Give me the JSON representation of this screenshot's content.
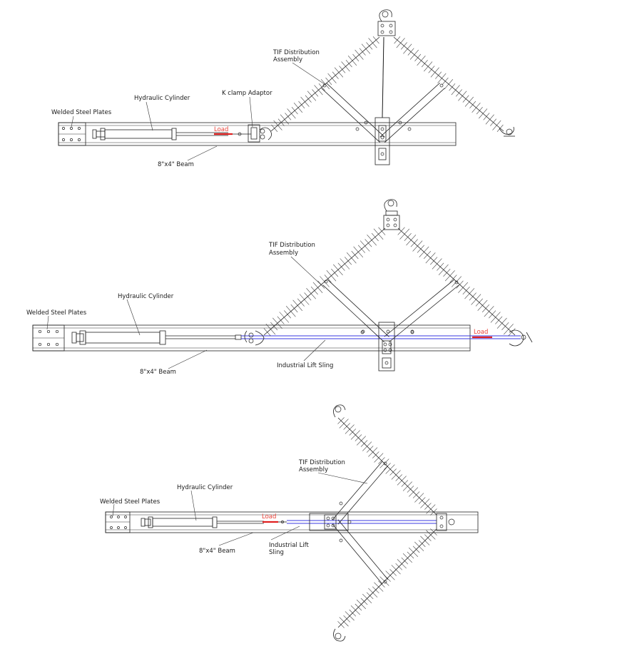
{
  "diagram_title": "",
  "colors": {
    "line": "#222222",
    "sling": "#3a3ae0",
    "load_arrow": "#e02020",
    "load_text": "#e8433a",
    "background": "#ffffff"
  },
  "panel1": {
    "welded_plates": "Welded Steel Plates",
    "hydraulic_cylinder": "Hydraulic Cylinder",
    "k_clamp": "K clamp Adaptor",
    "load": "Load",
    "assembly_line1": "TIF Distribution",
    "assembly_line2": "Assembly",
    "beam": "8\"x4\" Beam"
  },
  "panel2": {
    "welded_plates": "Welded Steel Plates",
    "hydraulic_cylinder": "Hydraulic Cylinder",
    "assembly_line1": "TIF Distribution",
    "assembly_line2": "Assembly",
    "load": "Load",
    "beam": "8\"x4\" Beam",
    "sling": "Industrial Lift Sling"
  },
  "panel3": {
    "welded_plates": "Welded Steel Plates",
    "hydraulic_cylinder": "Hydraulic Cylinder",
    "assembly_line1": "TIF Distribution",
    "assembly_line2": "Assembly",
    "load": "Load",
    "beam": "8\"x4\" Beam",
    "sling_line1": "Industrial Lift",
    "sling_line2": "Sling"
  }
}
